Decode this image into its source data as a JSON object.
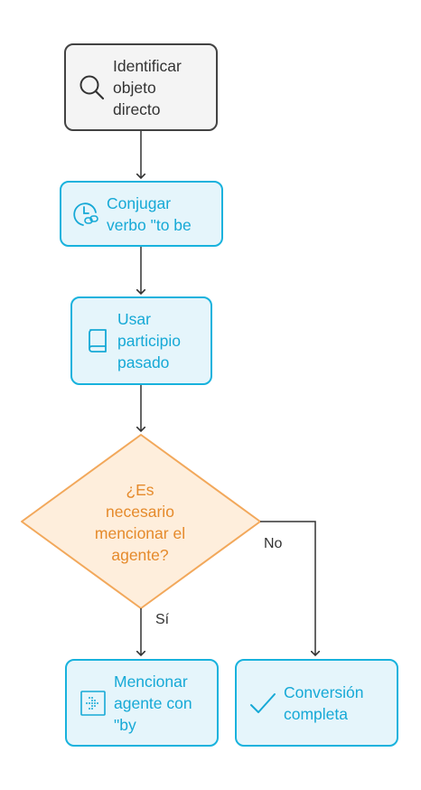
{
  "colors": {
    "start_fill": "#f4f4f4",
    "start_border": "#424242",
    "step_fill": "#e5f5fb",
    "step_border": "#18b2dd",
    "step_text": "#16a9d6",
    "decision_fill": "#feeedc",
    "decision_border": "#f2a85b",
    "decision_text": "#e58a2b",
    "connector": "#333333"
  },
  "nodes": {
    "identify": {
      "label": "Identificar\nobjeto\ndirecto",
      "icon": "search-icon"
    },
    "conjugate": {
      "label": "Conjugar\nverbo \"to be",
      "icon": "clock-link-icon"
    },
    "participle": {
      "label": "Usar\nparticipio\npasado",
      "icon": "book-icon"
    },
    "decision": {
      "label": "¿Es\nnecesario\nmencionar el\nagente?"
    },
    "mention": {
      "label": "Mencionar\nagente con\n\"by",
      "icon": "dotted-arrow-icon"
    },
    "complete": {
      "label": "Conversión\ncompleta",
      "icon": "checkmark-icon"
    }
  },
  "edges": {
    "yes_label": "Sí",
    "no_label": "No"
  }
}
